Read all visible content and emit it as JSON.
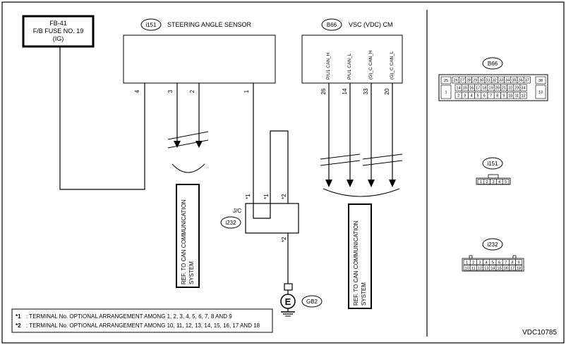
{
  "fuse_box": {
    "line1": "FB-41",
    "line2": "F/B FUSE NO. 19",
    "line3": "(IG)"
  },
  "steering_sensor": {
    "badge": "i151",
    "label": "STEERING ANGLE SENSOR",
    "pins": [
      "4",
      "3",
      "2",
      "1"
    ]
  },
  "vsc_cm": {
    "badge": "B66",
    "label": "VSC (VDC) CM",
    "pins": [
      "26",
      "14",
      "33",
      "20"
    ],
    "signals": [
      "P/U1 CAN_H",
      "P/U1 CAN_L",
      "(G)_C CAN_H",
      "(G)_C CAN_L"
    ]
  },
  "jc": {
    "label": "J/C",
    "badge": "i232",
    "marks": [
      "*1",
      "*1",
      "*2",
      "*2"
    ]
  },
  "ground": {
    "symbol": "E",
    "badge": "GB2"
  },
  "ref_box_left": {
    "line1": "REF. TO CAN COMMUNICATION",
    "line2": "SYSTEM"
  },
  "ref_box_right": {
    "line1": "REF. TO CAN COMMUNICATION",
    "line2": "SYSTEM"
  },
  "footnotes": [
    {
      "mark": "*1",
      "text": ": TERMINAL No. OPTIONAL ARRANGEMENT AMONG 1, 2, 3, 4, 5, 6, 7, 8 AND 9"
    },
    {
      "mark": "*2",
      "text": ": TERMINAL No. OPTIONAL ARRANGEMENT AMONG 10, 11, 12, 13, 14, 15, 16, 17 AND 18"
    }
  ],
  "connector_b66": {
    "badge": "B66",
    "top_row": [
      "26",
      "27",
      "28",
      "29",
      "30",
      "31",
      "32",
      "33",
      "34",
      "35",
      "36",
      "37"
    ],
    "bottom_row": [
      "2",
      "3",
      "4",
      "5",
      "6",
      "7",
      "8",
      "9",
      "10",
      "11",
      "12"
    ],
    "mid_row": [
      "14",
      "15",
      "16",
      "17",
      "18",
      "19",
      "20",
      "21",
      "22",
      "23",
      "24"
    ],
    "left_top": "25",
    "left_big": "1",
    "right_top": "38",
    "right_big": "13"
  },
  "connector_i151": {
    "badge": "i151",
    "pins": [
      "1",
      "2",
      "3",
      "4",
      "5"
    ]
  },
  "connector_i232": {
    "badge": "i232",
    "top_row": [
      "1",
      "2",
      "3",
      "4",
      "5",
      "6",
      "7",
      "8",
      "9"
    ],
    "bottom_row": [
      "10",
      "11",
      "12",
      "13",
      "14",
      "15",
      "16",
      "17",
      "18"
    ]
  },
  "diagram_code": "VDC10785"
}
